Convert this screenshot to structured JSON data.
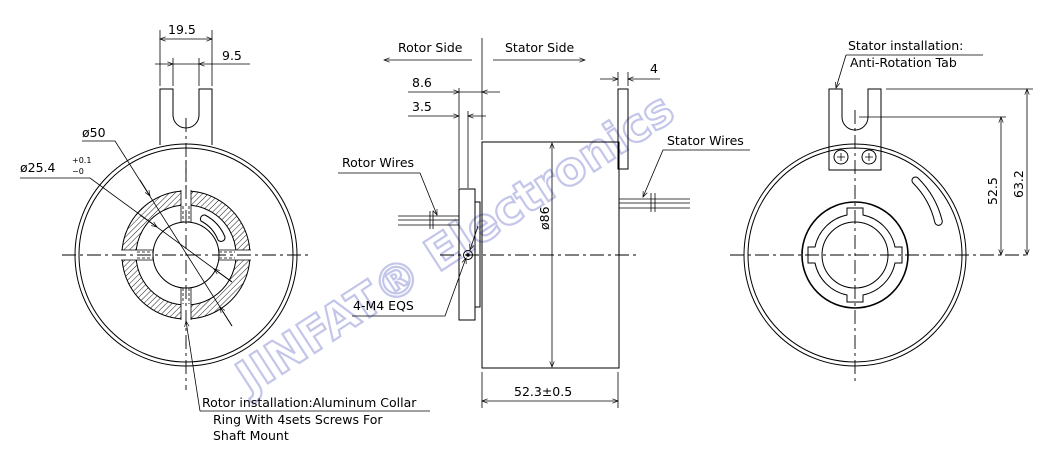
{
  "watermark": {
    "text": "JINFAT® Electronics",
    "color": "#b9bde6"
  },
  "left_view": {
    "dims": {
      "tab_width": "19.5",
      "slot_width": "9.5",
      "collar_outer_dia": "ø50",
      "bore_dia_main": "ø25.4",
      "bore_tol_upper": "+0.1",
      "bore_tol_lower": "−0"
    },
    "note_rotor_installation": {
      "line1": "Rotor installation:Aluminum Collar",
      "line2": "Ring With 4sets Screws For",
      "line3": "Shaft Mount"
    }
  },
  "side_view": {
    "labels": {
      "rotor_side": "Rotor Side",
      "stator_side": "Stator Side",
      "rotor_wires": "Rotor Wires",
      "stator_wires": "Stator Wires",
      "screws": "4-M4 EQS"
    },
    "dims": {
      "flange_offset": "8.6",
      "flange_thickness": "3.5",
      "tab_thickness": "4",
      "body_dia": "ø86",
      "body_length": "52.3±0.5"
    }
  },
  "right_view": {
    "labels": {
      "stator_installation_line1": "Stator installation:",
      "stator_installation_line2": "Anti-Rotation Tab"
    },
    "dims": {
      "slot_height": "52.5",
      "tab_height": "63.2"
    }
  }
}
